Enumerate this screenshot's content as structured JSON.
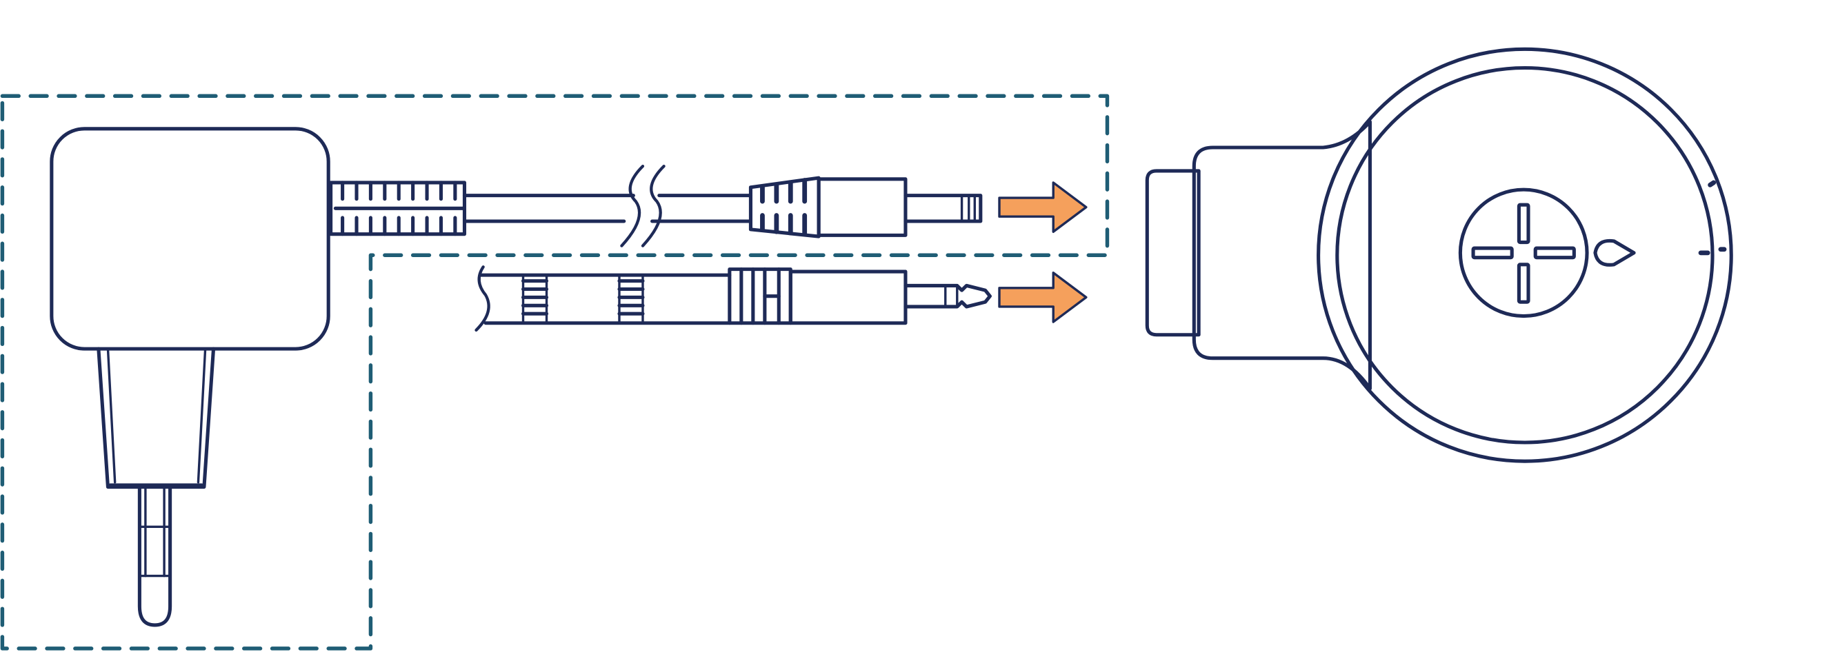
{
  "diagram": {
    "title": "",
    "background": "#ffffff",
    "colors": {
      "outline": "#1e2a57",
      "dashed_group": "#1f5d75",
      "arrow": "#f5a05c"
    },
    "elements": [
      {
        "id": "power-adapter",
        "kind": "wall-plug-adapter",
        "icon": "power-adapter-icon"
      },
      {
        "id": "power-cable",
        "kind": "cable-with-dc-barrel-plug",
        "icon": "dc-plug-icon"
      },
      {
        "id": "audio-cable",
        "kind": "cable-with-stereo-jack-plug",
        "icon": "audio-jack-icon"
      },
      {
        "id": "device",
        "kind": "round-device-with-side-ports",
        "icon": "device-icon"
      }
    ],
    "groupings": [
      {
        "id": "adapter-and-cable-group",
        "style": "dashed",
        "members": [
          "power-adapter",
          "power-cable"
        ]
      }
    ],
    "connections": [
      {
        "from": "power-cable",
        "to": "device",
        "style": "arrow"
      },
      {
        "from": "audio-cable",
        "to": "device",
        "style": "arrow"
      }
    ]
  }
}
